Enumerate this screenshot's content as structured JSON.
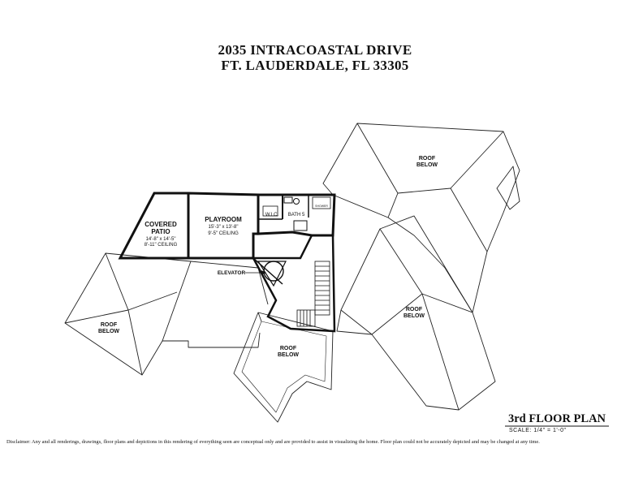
{
  "header": {
    "address_line1": "2035 INTRACOASTAL DRIVE",
    "address_line2": "FT. LAUDERDALE, FL 33305"
  },
  "rooms": {
    "covered_patio": {
      "name1": "COVERED",
      "name2": "PATIO",
      "dims": "14'-8\" x 14'-5\"",
      "ceiling": "8'-11\" CEILING"
    },
    "playroom": {
      "name": "PLAYROOM",
      "dims": "15'-3\" x 13'-8\"",
      "ceiling": "9'-5\" CEILING"
    },
    "wic": {
      "name": "W.I.C."
    },
    "bath": {
      "name": "BATH 5"
    },
    "shower": {
      "name": "SHOWER"
    },
    "elevator": {
      "name": "ELEVATOR"
    }
  },
  "roofs": {
    "roof_label_line1": "ROOF",
    "roof_label_line2": "BELOW"
  },
  "footer": {
    "plan_title": "3rd FLOOR PLAN",
    "scale": "SCALE: 1/4\" = 1'-0\"",
    "disclaimer": "Disclaimer: Any and all renderings, drawings, floor plans and depictions in this rendering of everything seen are conceptual only and are provided to assist in visualizing the home. Floor plan could not be accurately depicted and may be changed at any time."
  }
}
